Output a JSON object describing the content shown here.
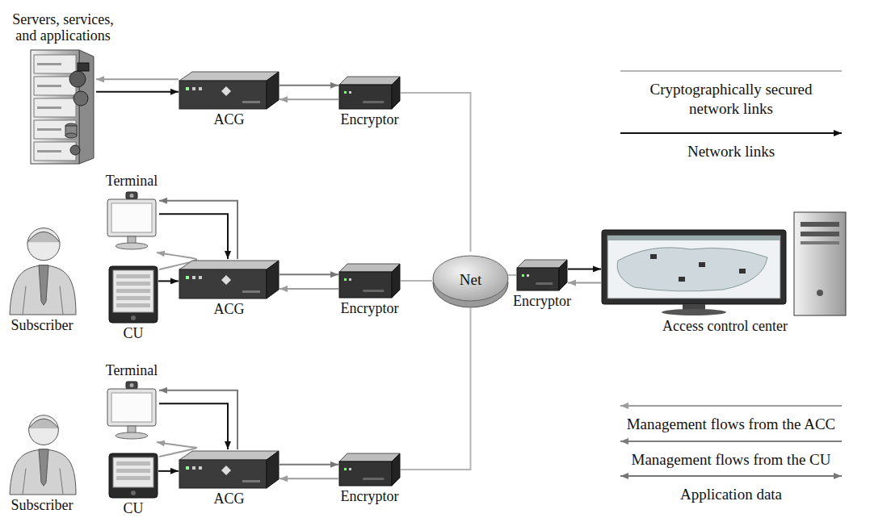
{
  "diagram": {
    "nodes": [
      {
        "text": [
          "Servers, services, and applications"
        ]
      },
      {
        "text": [
          "ACG"
        ]
      },
      {
        "text": [
          "Encryptor"
        ]
      },
      {
        "text": [
          "Terminal"
        ]
      },
      {
        "text": [
          "Subscriber"
        ]
      },
      {
        "text": [
          "CU"
        ]
      },
      {
        "text": [
          "ACG"
        ]
      },
      {
        "text": [
          "Encryptor"
        ]
      },
      {
        "text": [
          "Net"
        ]
      },
      {
        "text": [
          "Encryptor"
        ]
      },
      {
        "text": [
          "Access control center"
        ]
      },
      {
        "text": [
          "Terminal"
        ]
      },
      {
        "text": [
          "Subscriber"
        ]
      },
      {
        "text": [
          "CU"
        ]
      },
      {
        "text": [
          "ACG"
        ]
      },
      {
        "text": [
          "Encryptor"
        ]
      }
    ],
    "edges": [
      {
        "from": 0,
        "to": 1,
        "arrow": "to"
      },
      {
        "from": 1,
        "to": 0,
        "arrow": "to"
      },
      {
        "from": 1,
        "to": 2,
        "arrow": "to"
      },
      {
        "from": 2,
        "to": 1,
        "arrow": "to"
      },
      {
        "from": 2,
        "to": 8,
        "arrow": "none"
      },
      {
        "from": 6,
        "to": 3,
        "arrow": "to"
      },
      {
        "from": 3,
        "to": 6,
        "arrow": "to"
      },
      {
        "from": 5,
        "to": 3,
        "arrow": "to"
      },
      {
        "from": 5,
        "to": 6,
        "arrow": "to"
      },
      {
        "from": 6,
        "to": 7,
        "arrow": "to"
      },
      {
        "from": 7,
        "to": 6,
        "arrow": "to"
      },
      {
        "from": 7,
        "to": 8,
        "arrow": "none"
      },
      {
        "from": 8,
        "to": 9,
        "arrow": "none"
      },
      {
        "from": 9,
        "to": 10,
        "arrow": "to"
      },
      {
        "from": 10,
        "to": 9,
        "arrow": "to"
      },
      {
        "from": 14,
        "to": 11,
        "arrow": "to"
      },
      {
        "from": 11,
        "to": 14,
        "arrow": "to"
      },
      {
        "from": 13,
        "to": 11,
        "arrow": "to"
      },
      {
        "from": 13,
        "to": 14,
        "arrow": "to"
      },
      {
        "from": 14,
        "to": 15,
        "arrow": "to"
      },
      {
        "from": 15,
        "to": 14,
        "arrow": "to"
      },
      {
        "from": 15,
        "to": 8,
        "arrow": "none"
      }
    ],
    "legend": [
      {
        "text": "Cryptographically secured network links"
      },
      {
        "text": "Network links"
      },
      {
        "text": "Management flows from the ACC"
      },
      {
        "text": "Management flows from the CU"
      },
      {
        "text": "Application data"
      }
    ]
  }
}
